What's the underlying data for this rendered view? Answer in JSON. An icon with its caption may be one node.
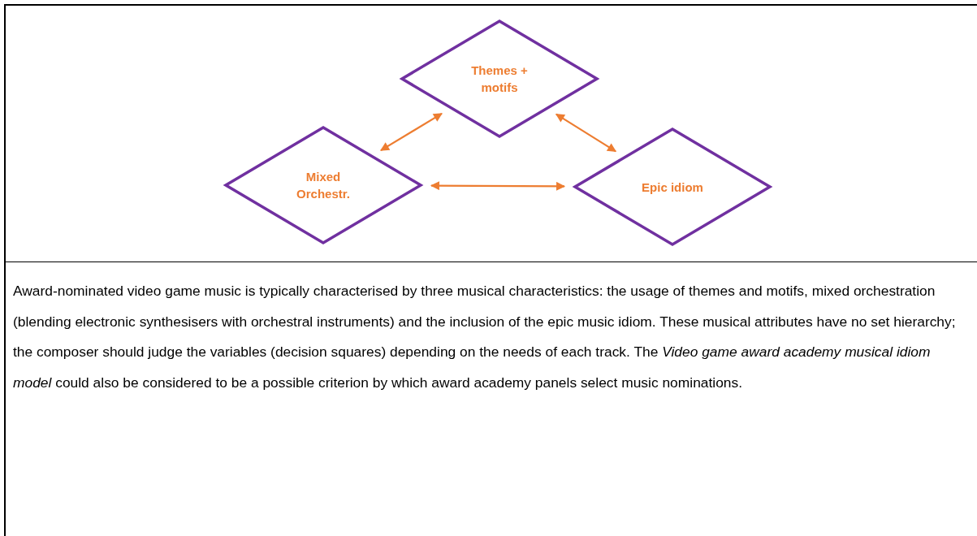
{
  "diagram": {
    "caption": "Award-nominated video game music is typically characterised by three musical characteristics: the usage of themes and motifs, mixed orchestration (blending electronic synthesisers with orchestral instruments) and the inclusion of the epic music idiom. These musical attributes have no set hierarchy; the composer should judge the variables (decision squares) depending on the needs of each track. The *Video game award academy musical idiom model* could also be considered to be a possible criterion by which award academy panels select music nominations.",
    "nodes": [
      {
        "text": [
          "Themes + motifs"
        ]
      },
      {
        "text": [
          "Mixed Orchestr."
        ]
      },
      {
        "text": [
          "Epic idiom"
        ]
      }
    ],
    "edges": [
      {
        "from": 1,
        "to": 0,
        "arrow": "both"
      },
      {
        "from": 0,
        "to": 2,
        "arrow": "both"
      },
      {
        "from": 1,
        "to": 2,
        "arrow": "both"
      }
    ]
  }
}
